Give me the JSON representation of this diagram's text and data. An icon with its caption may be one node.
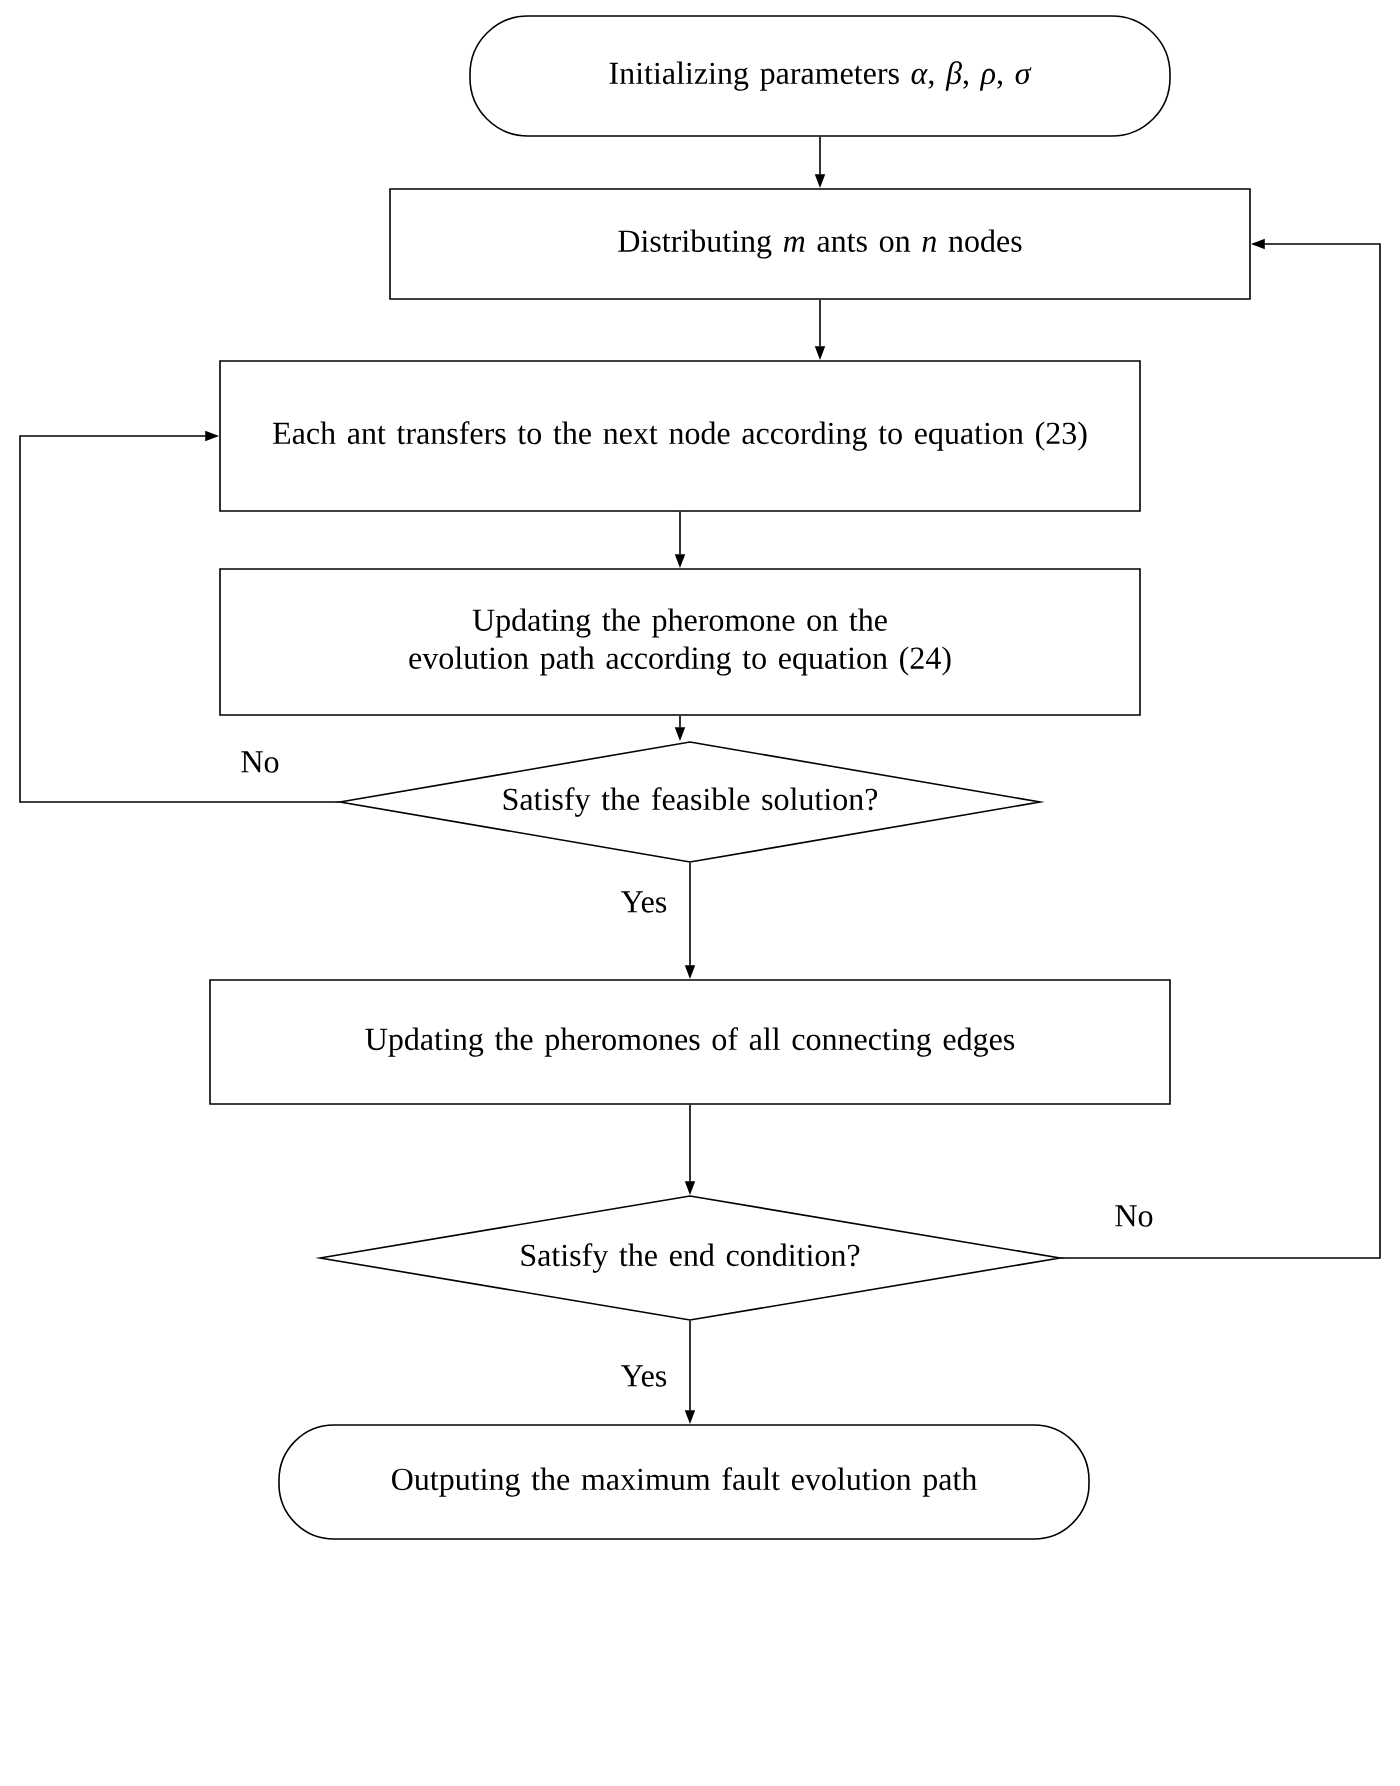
{
  "diagram": {
    "nodes": [
      {
        "text": [
          "Initializing parameters *α*, *β*, *ρ*, *σ*"
        ]
      },
      {
        "text": [
          "Distributing *m* ants on *n* nodes"
        ]
      },
      {
        "text": [
          "Each ant transfers to the next node according to equation (23)"
        ]
      },
      {
        "text": [
          "Updating the pheromone on the evolution path according to equation (24)"
        ]
      },
      {
        "text": [
          "Satisfy the feasible solution?"
        ]
      },
      {
        "text": [
          "Updating the pheromones of all connecting edges"
        ]
      },
      {
        "text": [
          "Satisfy the end condition?"
        ]
      },
      {
        "text": [
          "Outputing the maximum fault evolution path"
        ]
      }
    ],
    "edges": [
      {
        "from": 0,
        "to": 1,
        "arrow": "to"
      },
      {
        "from": 1,
        "to": 2,
        "arrow": "to"
      },
      {
        "from": 2,
        "to": 3,
        "arrow": "to"
      },
      {
        "from": 3,
        "to": 4,
        "arrow": "to"
      },
      {
        "from": 4,
        "to": 5,
        "arrow": "to",
        "label": "Yes"
      },
      {
        "from": 5,
        "to": 6,
        "arrow": "to"
      },
      {
        "from": 6,
        "to": 7,
        "arrow": "to",
        "label": "Yes"
      },
      {
        "from": 4,
        "to": 2,
        "arrow": "to",
        "label": "No"
      },
      {
        "from": 6,
        "to": 1,
        "arrow": "to",
        "label": "No"
      }
    ]
  }
}
